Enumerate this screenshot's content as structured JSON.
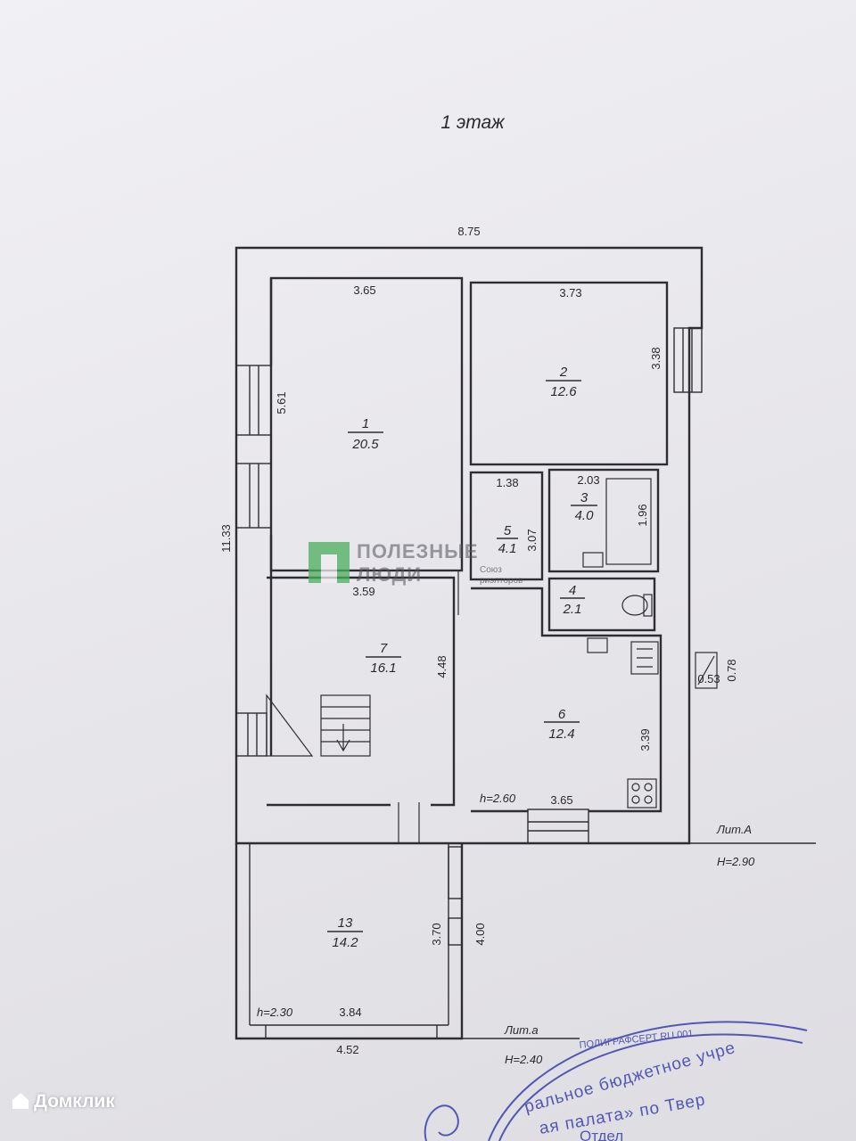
{
  "title": "1 этаж",
  "dimensions": {
    "overall_width": "8.75",
    "overall_height": "11.33",
    "room1_width": "3.65",
    "room1_height": "5.61",
    "room2_width": "3.73",
    "room2_height": "3.38",
    "room5_width": "1.38",
    "room5_height": "3.07",
    "room3_width": "2.03",
    "room3_height": "1.96",
    "room7_width": "3.59",
    "room7_height": "4.48",
    "room6_width": "3.65",
    "room6_height": "3.39",
    "chimney_width": "0.53",
    "chimney_height": "0.78",
    "room13_height_inner": "3.70",
    "room13_height_outer": "4.00",
    "room13_width_inner": "3.84",
    "room13_width_outer": "4.52"
  },
  "rooms": [
    {
      "number": "1",
      "area": "20.5"
    },
    {
      "number": "2",
      "area": "12.6"
    },
    {
      "number": "3",
      "area": "4.0"
    },
    {
      "number": "4",
      "area": "2.1"
    },
    {
      "number": "5",
      "area": "4.1"
    },
    {
      "number": "6",
      "area": "12.4"
    },
    {
      "number": "7",
      "area": "16.1"
    },
    {
      "number": "13",
      "area": "14.2"
    }
  ],
  "heights": {
    "kitchen": "h=2.60",
    "veranda": "h=2.30",
    "lit_a_main": "H=2.90",
    "lit_a_veranda": "H=2.40"
  },
  "letters": {
    "main": "Лит.А",
    "veranda": "Лит.а"
  },
  "watermark": {
    "line1": "ПОЛЕЗНЫЕ",
    "line2": "ЛЮДИ",
    "sub1": "Союз",
    "sub2": "риэлторов"
  },
  "stamp": {
    "line1": "ральное бюджетное учре",
    "line2": "ая палата» по Твер",
    "line3": "Отдел",
    "ring": "ПОЛИГРАФСЕРТ RU.001"
  },
  "brand": "Домклик"
}
